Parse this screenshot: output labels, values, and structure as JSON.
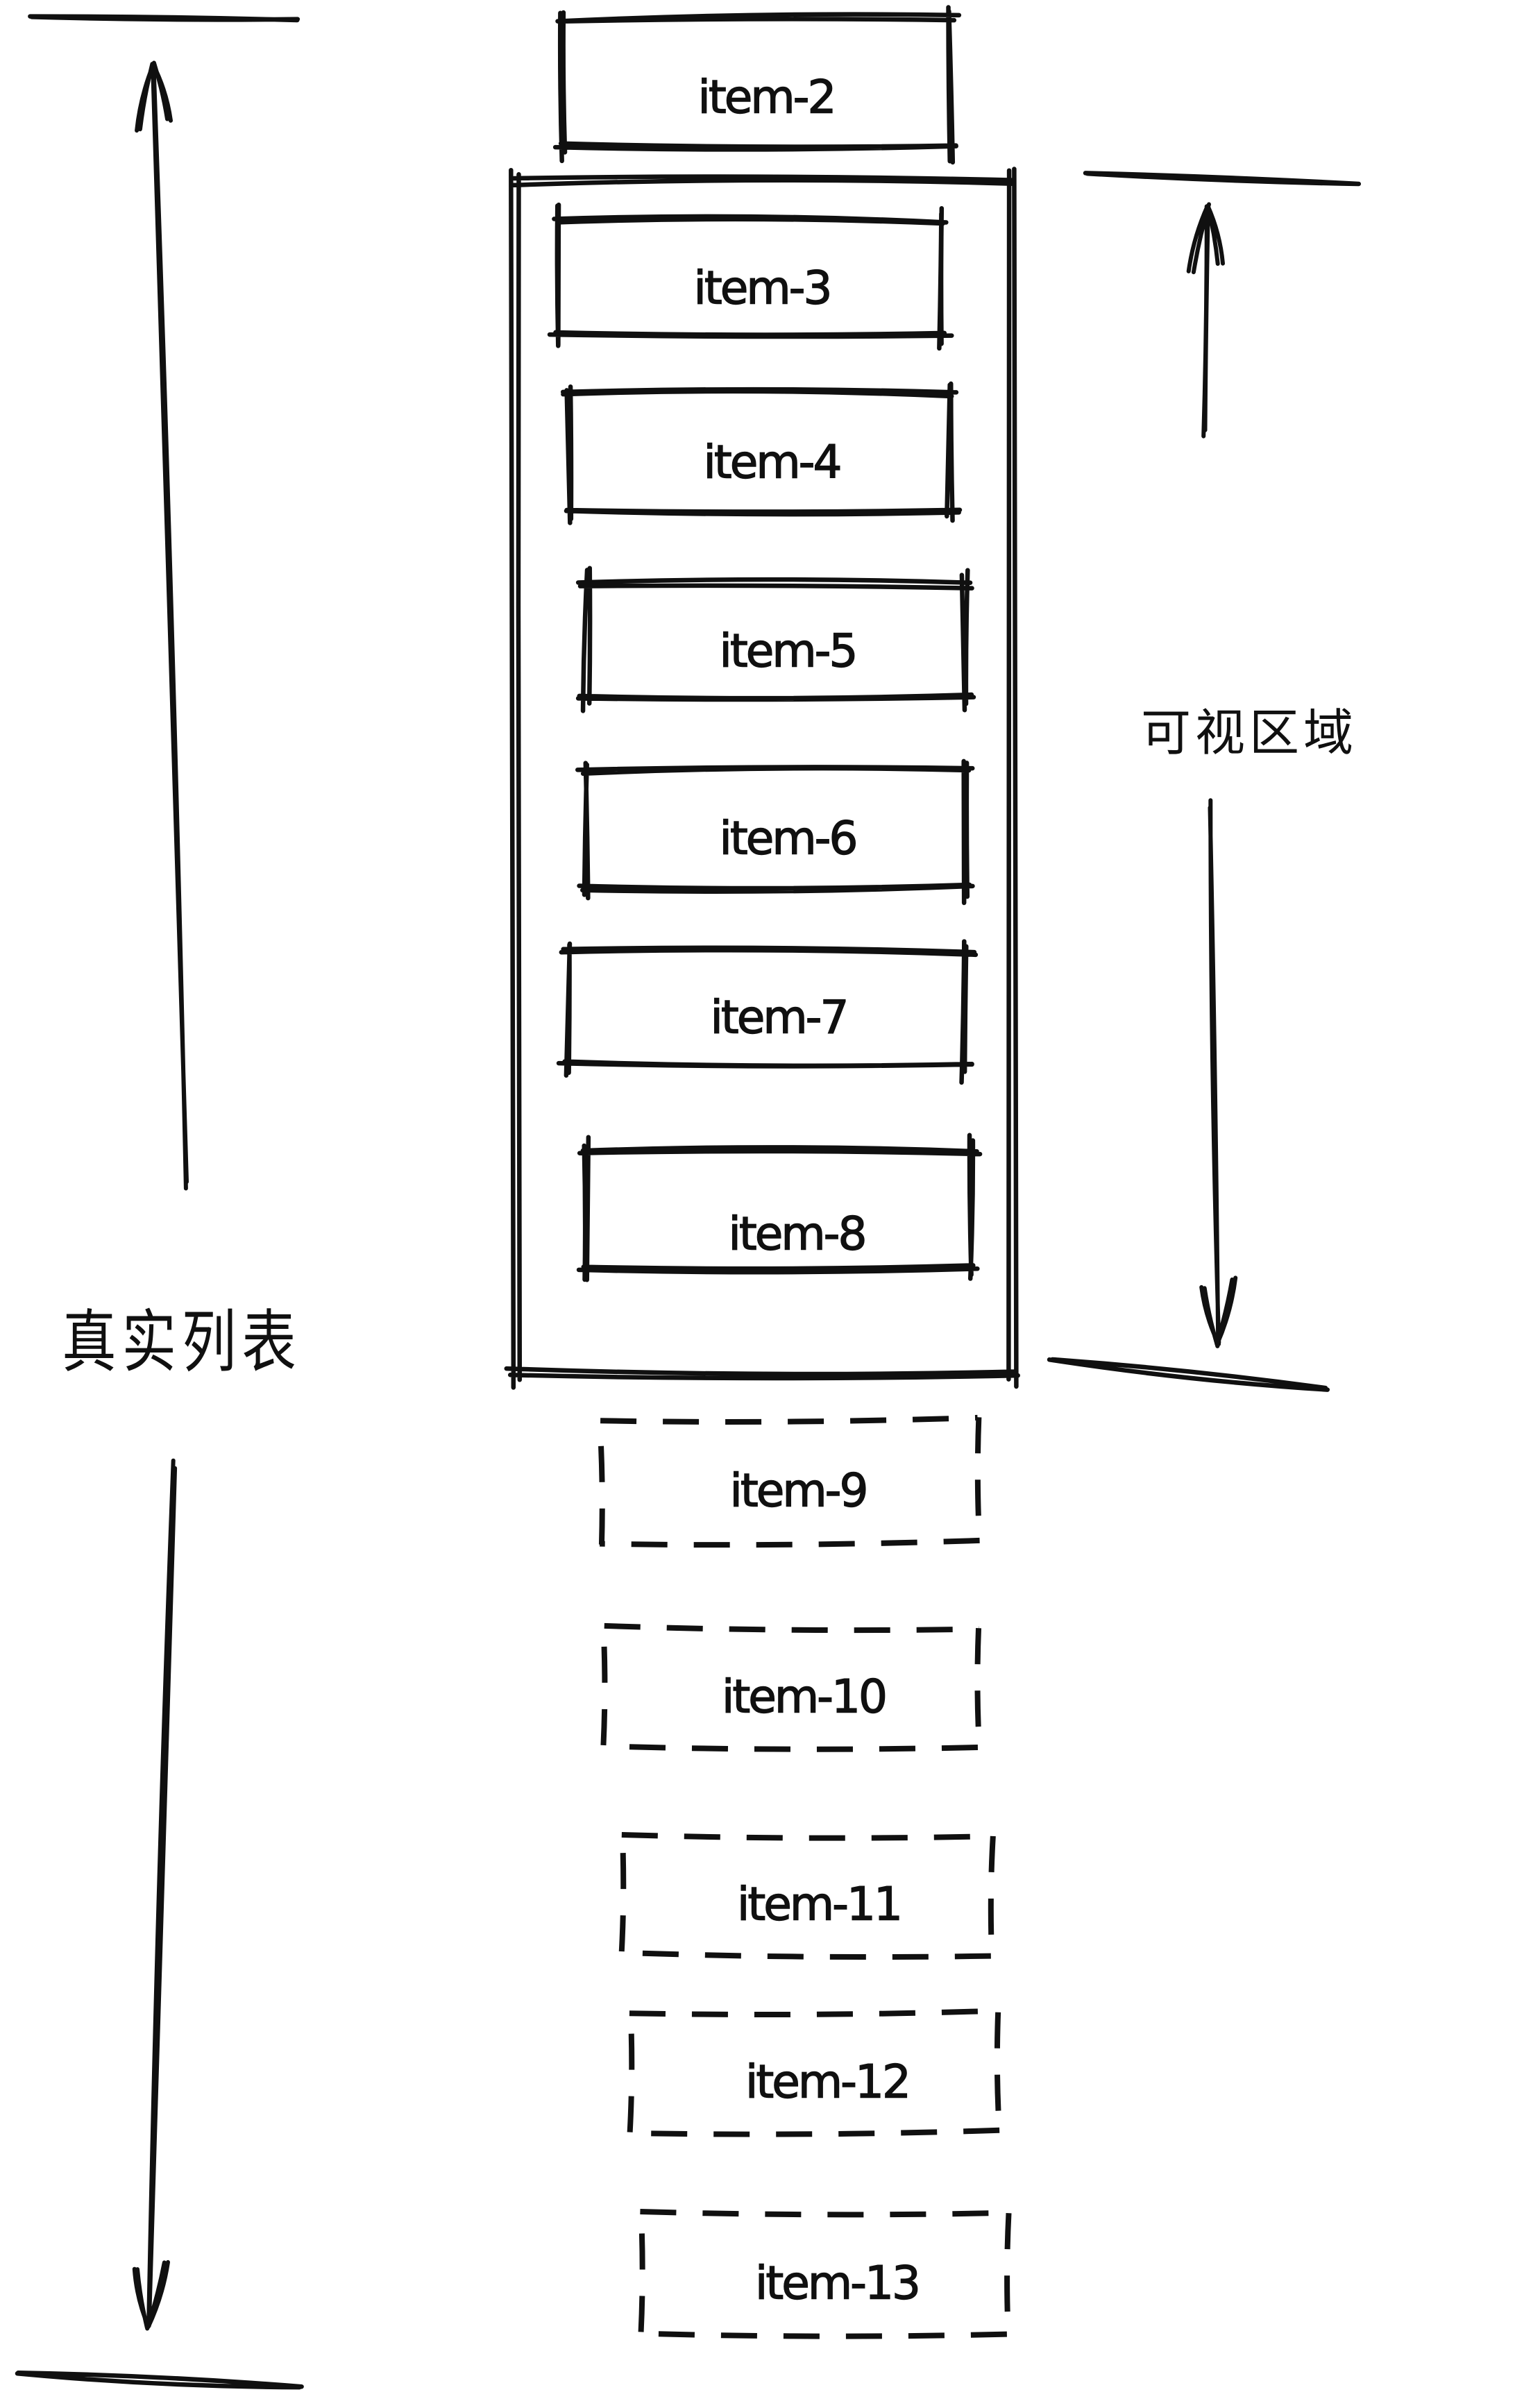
{
  "labels": {
    "real_list": "真实列表",
    "visible_area": "可视区域"
  },
  "items": [
    {
      "label": "item-2",
      "box_style": "solid",
      "inside_viewport": false
    },
    {
      "label": "item-3",
      "box_style": "solid",
      "inside_viewport": true
    },
    {
      "label": "item-4",
      "box_style": "solid",
      "inside_viewport": true
    },
    {
      "label": "item-5",
      "box_style": "solid",
      "inside_viewport": true
    },
    {
      "label": "item-6",
      "box_style": "solid",
      "inside_viewport": true
    },
    {
      "label": "item-7",
      "box_style": "solid",
      "inside_viewport": true
    },
    {
      "label": "item-8",
      "box_style": "solid",
      "inside_viewport": true
    },
    {
      "label": "item-9",
      "box_style": "dashed",
      "inside_viewport": false
    },
    {
      "label": "item-10",
      "box_style": "dashed",
      "inside_viewport": false
    },
    {
      "label": "item-11",
      "box_style": "dashed",
      "inside_viewport": false
    },
    {
      "label": "item-12",
      "box_style": "dashed",
      "inside_viewport": false
    },
    {
      "label": "item-13",
      "box_style": "dashed",
      "inside_viewport": false
    }
  ],
  "colors": {
    "ink": "#101010",
    "background": "#ffffff"
  }
}
